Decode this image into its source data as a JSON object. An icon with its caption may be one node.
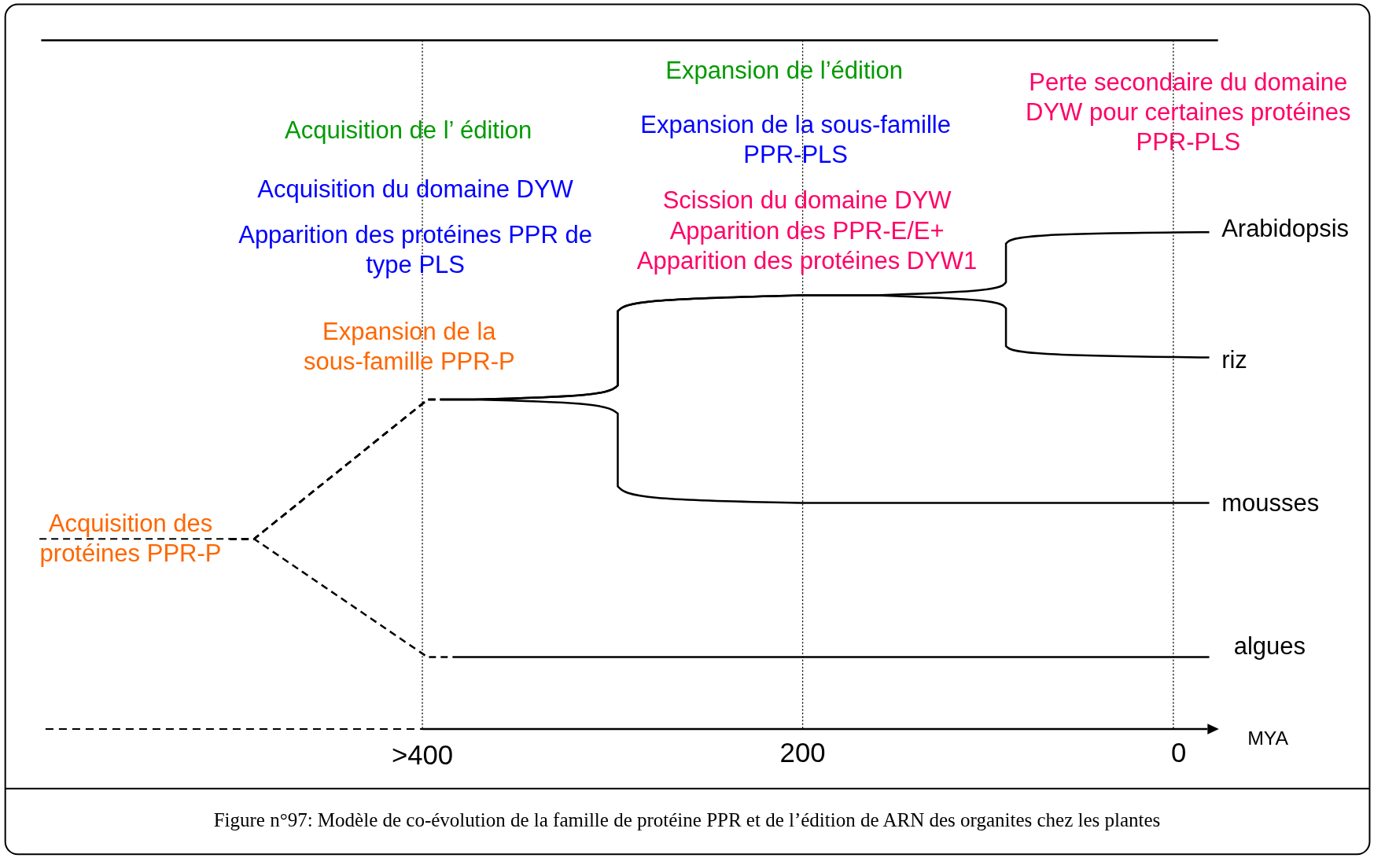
{
  "diagram": {
    "caption": "Figure n°97: Modèle de co-évolution de la famille de protéine PPR et de l’édition de ARN des organites chez les plantes",
    "nodes": [
      {
        "text": [
          "Acquisition des protéines PPR-P"
        ]
      },
      {
        "text": [
          "Arabidopsis"
        ]
      },
      {
        "text": [
          "riz"
        ]
      },
      {
        "text": [
          "mousses"
        ]
      },
      {
        "text": [
          "algues"
        ]
      }
    ],
    "edges": [
      {
        "from": 0,
        "to": 1,
        "arrow": "none"
      },
      {
        "from": 0,
        "to": 2,
        "arrow": "none"
      },
      {
        "from": 0,
        "to": 3,
        "arrow": "none"
      },
      {
        "from": 0,
        "to": 4,
        "arrow": "none"
      }
    ],
    "labels": [
      "Expansion de l’édition",
      "Perte secondaire du domaine DYW pour certaines protéines PPR-PLS",
      "Acquisition de l’ édition",
      "Expansion de la sous-famille PPR-PLS",
      "Acquisition du domaine DYW",
      "Scission du domaine DYW",
      "Apparition des PPR-E/E+",
      "Apparition des protéines DYW1",
      "Apparition des protéines PPR de type PLS",
      "Expansion de la sous-famille PPR-P",
      ">400",
      "200",
      "0",
      "MYA"
    ]
  }
}
